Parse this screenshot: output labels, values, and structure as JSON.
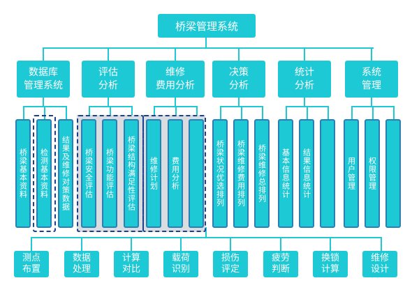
{
  "root": "桥梁管理系统",
  "categories": [
    {
      "label": "数据库\n管理系统",
      "children": [
        "桥梁基本资料",
        "检测基本资料",
        "结果及维修对策数据"
      ]
    },
    {
      "label": "评估\n分析",
      "children": [
        "桥梁安全评估",
        "桥梁功能评估",
        "桥梁结构满足性评估"
      ]
    },
    {
      "label": "维修\n费用分析",
      "children": [
        "维修计划",
        "费用分析",
        ""
      ]
    },
    {
      "label": "决策\n分析",
      "children": [
        "桥梁状况优选排列",
        "桥梁维修费用排列",
        "桥梁维修总排列"
      ]
    },
    {
      "label": "统计\n分析",
      "children": [
        "基本信息统计",
        "结果信息统计",
        ""
      ]
    },
    {
      "label": "系统\n管理",
      "children": [
        "用户管理",
        "权限管理",
        ""
      ]
    }
  ],
  "bottom": [
    "测点\n布置",
    "数据\n处理",
    "计算\n对比",
    "载荷\n识别",
    "损伤\n评定",
    "疲劳\n判断",
    "换锁\n计算",
    "维修\n设计"
  ],
  "colors": {
    "box": "#1ec9d6",
    "leaf_border": "#2a7fb4",
    "dashed": "#1b3f8f",
    "shade": "#d9dde0"
  }
}
